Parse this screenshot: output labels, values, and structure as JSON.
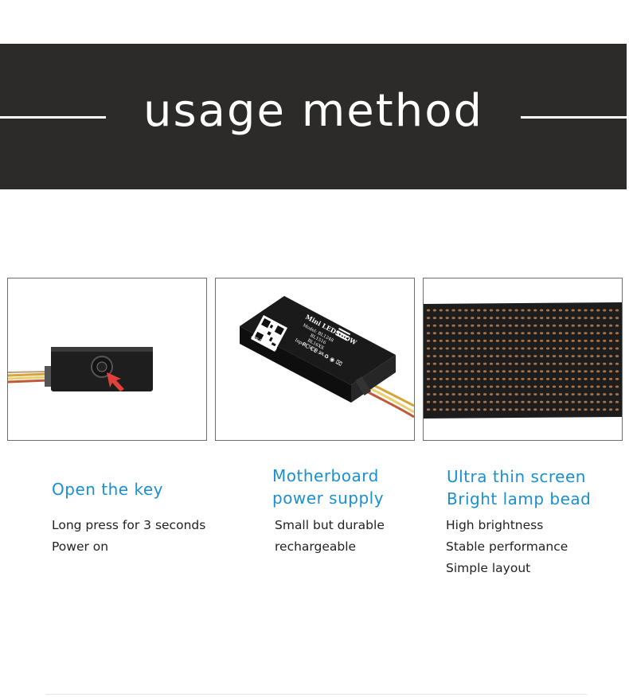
{
  "banner": {
    "title": "usage method"
  },
  "columns": [
    {
      "image_icon": "power-button-on-controller",
      "title_lines": [
        "Open the key"
      ],
      "text_lines": [
        "Long press for 3 seconds",
        "Power on"
      ]
    },
    {
      "image_icon": "controller-box",
      "title_lines": [
        "Motherboard",
        "power supply"
      ],
      "text_lines": [
        "Small but durable",
        "rechargeable"
      ]
    },
    {
      "image_icon": "led-matrix-screen",
      "title_lines": [
        "Ultra thin screen",
        "Bright lamp bead"
      ],
      "text_lines": [
        "High brightness",
        "Stable performance",
        "Simple layout"
      ]
    }
  ],
  "device_label": {
    "brand": "Mini LEDSHOW",
    "model_lines": [
      "Model: BL1248",
      "BL1516",
      "BL16XX",
      "Input: 5V 0.5A"
    ],
    "app": "APP Download"
  },
  "colors": {
    "banner_bg": "#2d2b2a",
    "title_blue": "#1a8fd1",
    "body_text": "#222222",
    "led_amber": "#c08050"
  }
}
